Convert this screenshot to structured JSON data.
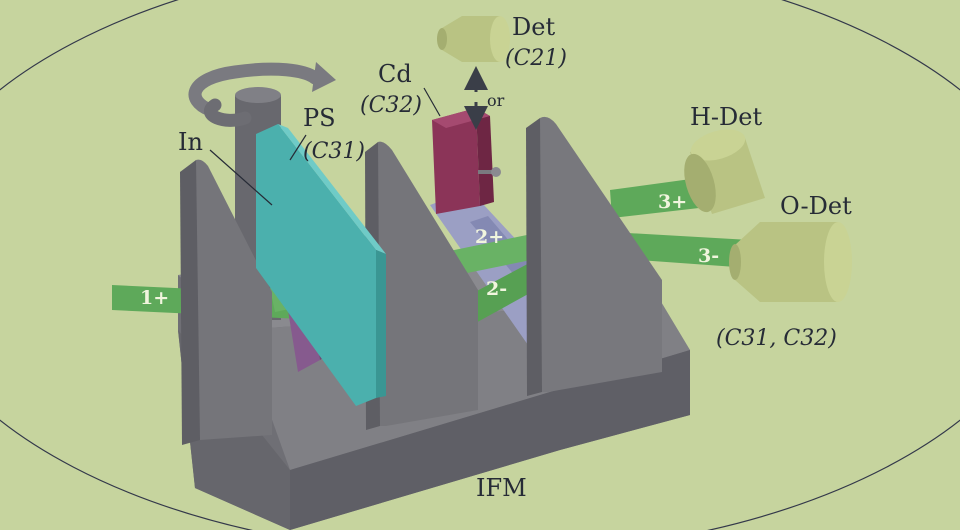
{
  "labels": {
    "det": "Det",
    "det_sub": "(C21)",
    "cd": "Cd",
    "cd_sub": "(C32)",
    "or": "or",
    "h_det": "H-Det",
    "o_det": "O-Det",
    "o_det_sub": "(C31, C32)",
    "ps": "PS",
    "ps_sub": "(C31)",
    "in": "In",
    "ifm": "IFM"
  },
  "beams": {
    "b1": "1+",
    "b2p": "2+",
    "b2m": "2-",
    "b3p": "3+",
    "b3m": "3-"
  },
  "colors": {
    "background": "#c6d49e",
    "frame": "#7c7c80",
    "beam": "#5ea95a",
    "phase_shifter": "#4bb0ad",
    "inserter": "#865a8e",
    "cd_block": "#8b3458",
    "detector": "#b9c383",
    "sample_slide": "#9b9fc4",
    "text": "#262b36"
  }
}
